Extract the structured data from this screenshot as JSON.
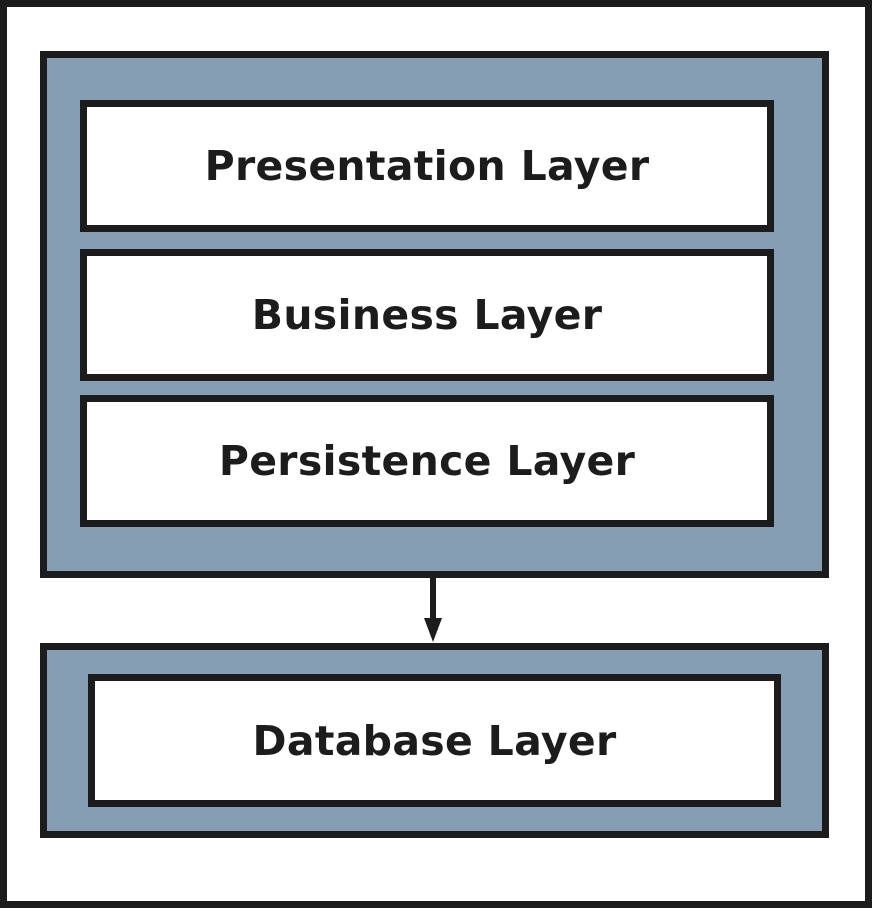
{
  "diagram": {
    "colors": {
      "group_fill": "#869eb4",
      "border": "#1c1c1c",
      "layer_fill": "#ffffff"
    },
    "application_group": {
      "layers": [
        {
          "label": "Presentation Layer"
        },
        {
          "label": "Business Layer"
        },
        {
          "label": "Persistence Layer"
        }
      ]
    },
    "arrow": {
      "direction": "down"
    },
    "database_group": {
      "layers": [
        {
          "label": "Database Layer"
        }
      ]
    }
  }
}
